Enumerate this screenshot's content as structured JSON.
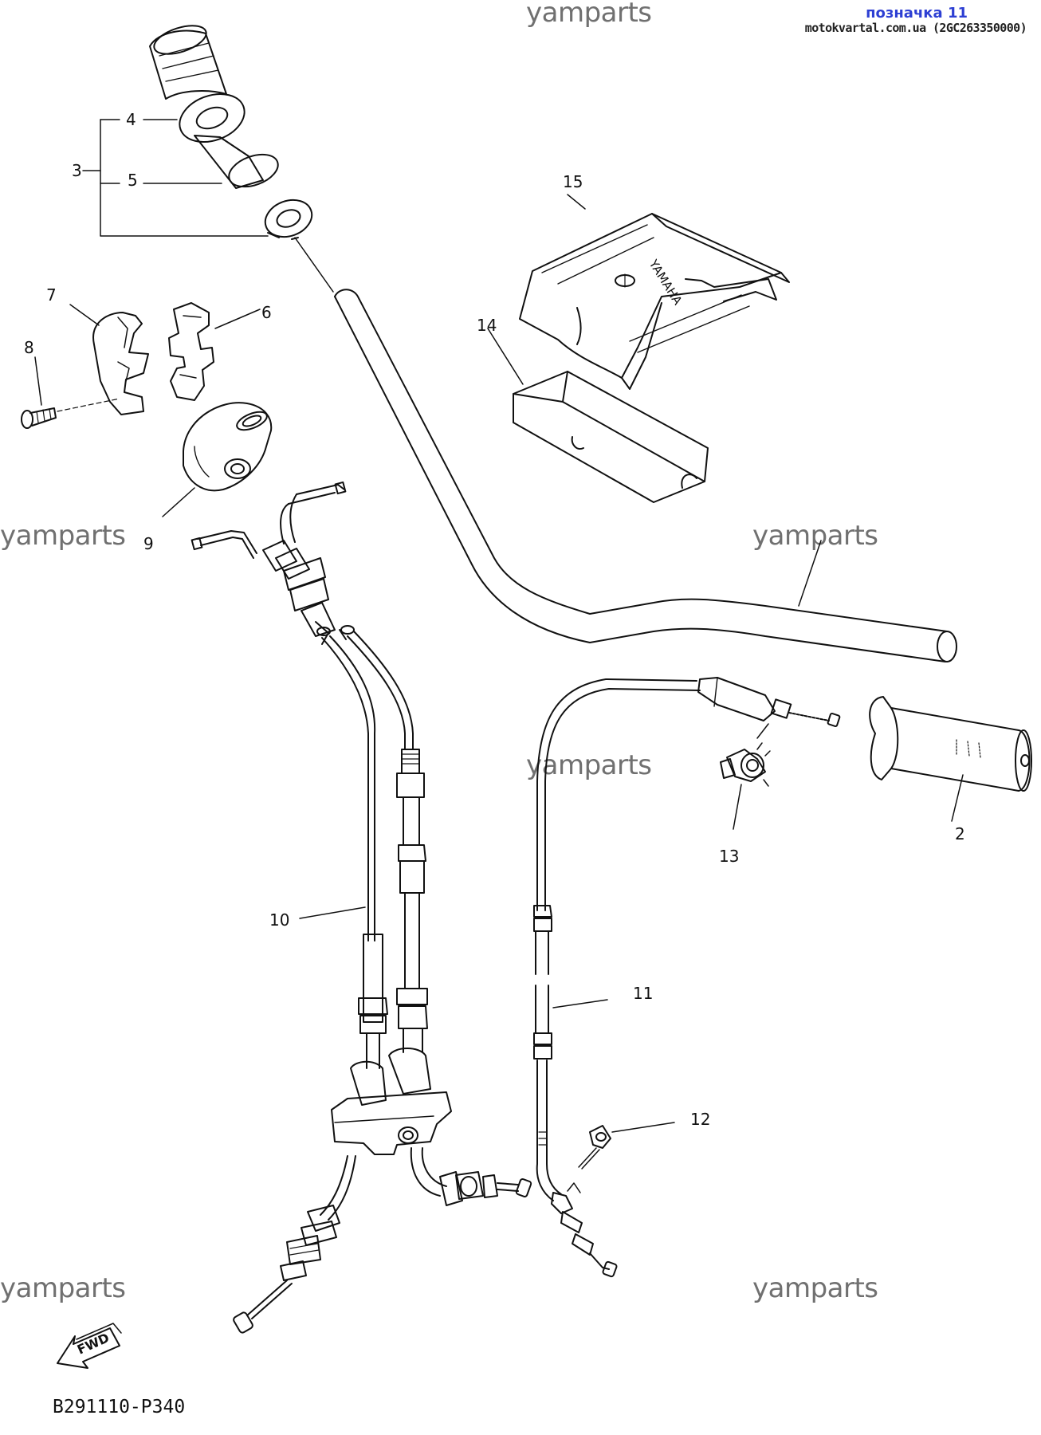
{
  "header": {
    "title": "позначка 11",
    "source": "motokvartal.com.ua (2GC263350000)"
  },
  "watermarks": [
    "yamparts",
    "yamparts",
    "yamparts",
    "yamparts",
    "yamparts",
    "yamparts"
  ],
  "labels": {
    "n2": "2",
    "n3": "3",
    "n4": "4",
    "n5": "5",
    "n6": "6",
    "n7": "7",
    "n8": "8",
    "n9": "9",
    "n10": "10",
    "n11": "11",
    "n12": "12",
    "n13": "13",
    "n14": "14",
    "n15": "15"
  },
  "fwd_label": "FWD",
  "diagram_code": "B291110-P340",
  "colors": {
    "line": "#111111",
    "watermark": "#707070",
    "header_accent": "#2d3fd3"
  }
}
